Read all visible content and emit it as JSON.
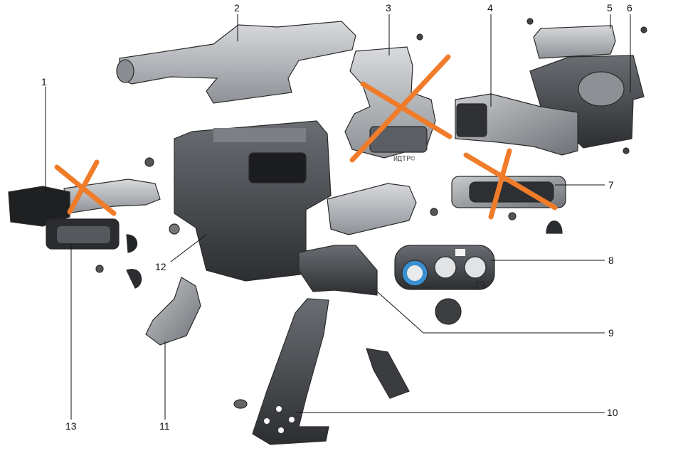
{
  "callouts": [
    {
      "n": "1"
    },
    {
      "n": "2"
    },
    {
      "n": "3"
    },
    {
      "n": "4"
    },
    {
      "n": "5"
    },
    {
      "n": "6"
    },
    {
      "n": "7"
    },
    {
      "n": "8"
    },
    {
      "n": "9"
    },
    {
      "n": "10"
    },
    {
      "n": "11"
    },
    {
      "n": "12"
    },
    {
      "n": "13"
    }
  ],
  "watermark": "ИДТР©",
  "colors": {
    "cross": "#f07c2a",
    "part_dark": "#3b3d40",
    "part_mid": "#6b6e72",
    "part_light": "#b9bcc0",
    "dial_ring": "#3a8fd0",
    "dial_warm": "#d9733a"
  }
}
